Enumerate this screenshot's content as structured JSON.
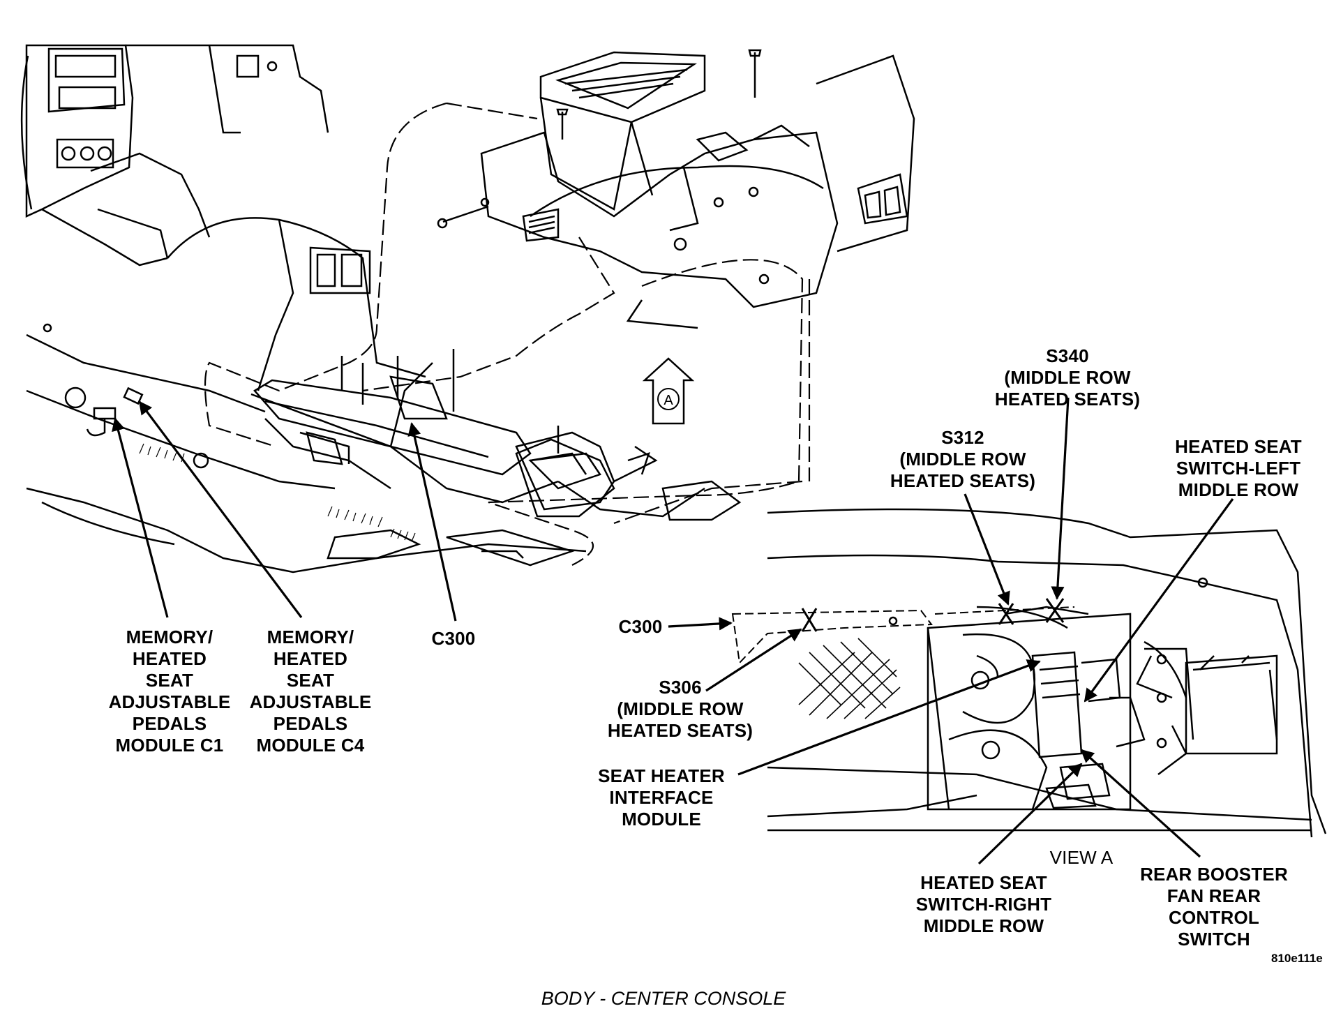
{
  "diagram": {
    "caption": "BODY - CENTER CONSOLE",
    "figure_id": "810e111e",
    "view_marker": "A",
    "view_label": "VIEW A",
    "labels": {
      "memory_c1": [
        "MEMORY/",
        "HEATED",
        "SEAT",
        "ADJUSTABLE",
        "PEDALS",
        "MODULE C1"
      ],
      "memory_c4": [
        "MEMORY/",
        "HEATED",
        "SEAT",
        "ADJUSTABLE",
        "PEDALS",
        "MODULE C4"
      ],
      "c300_main": "C300",
      "c300_view": "C300",
      "s340": [
        "S340",
        "(MIDDLE ROW",
        "HEATED SEATS)"
      ],
      "s312": [
        "S312",
        "(MIDDLE ROW",
        "HEATED SEATS)"
      ],
      "s306": [
        "S306",
        "(MIDDLE ROW",
        "HEATED SEATS)"
      ],
      "heated_left": [
        "HEATED SEAT",
        "SWITCH-LEFT",
        "MIDDLE ROW"
      ],
      "seat_heater": [
        "SEAT HEATER",
        "INTERFACE",
        "MODULE"
      ],
      "heated_right": [
        "HEATED SEAT",
        "SWITCH-RIGHT",
        "MIDDLE ROW"
      ],
      "rear_booster": [
        "REAR BOOSTER",
        "FAN REAR",
        "CONTROL",
        "SWITCH"
      ]
    }
  }
}
